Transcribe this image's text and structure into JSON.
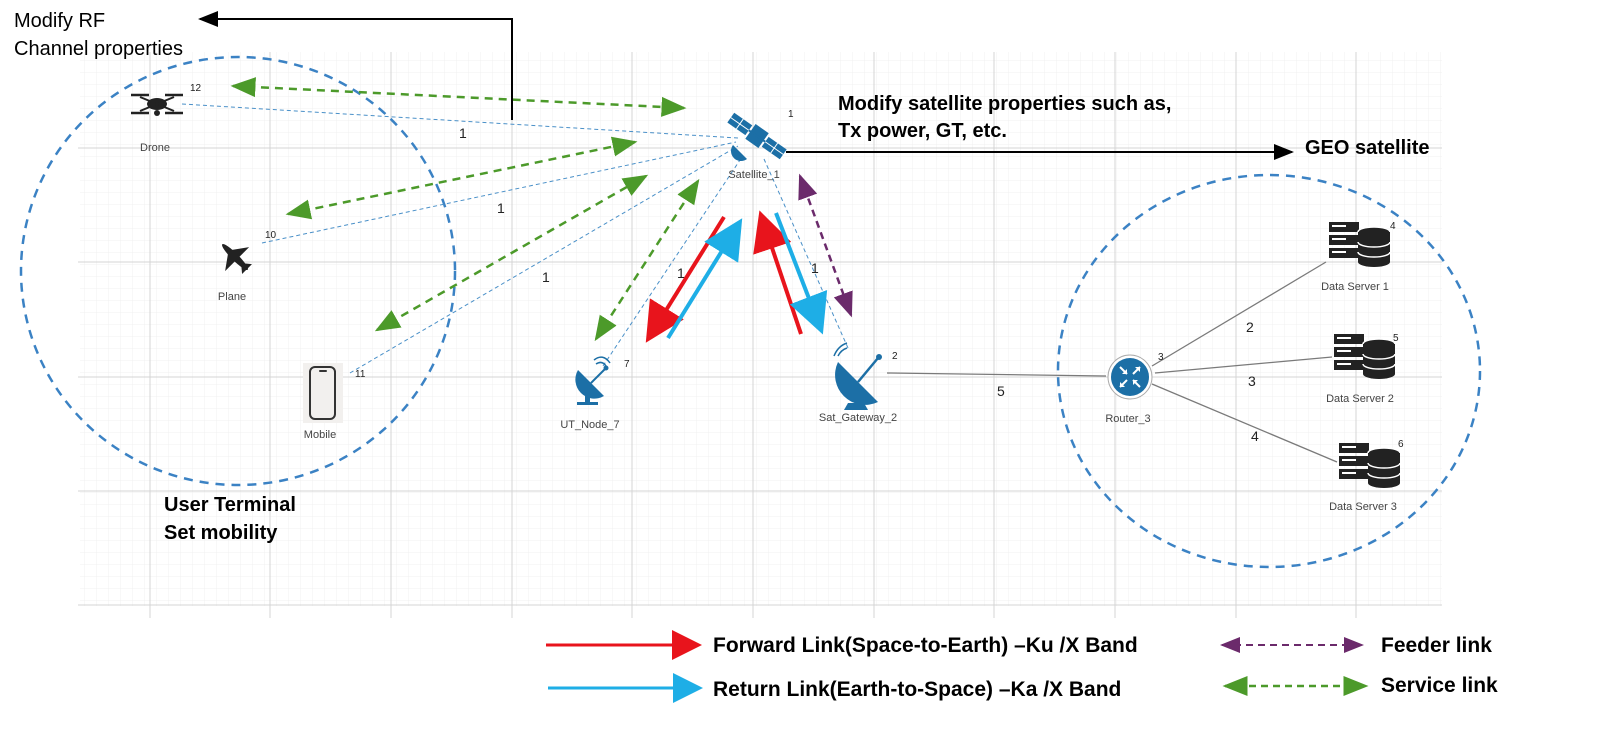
{
  "annotations": {
    "rf_line1": "Modify RF",
    "rf_line2": "Channel properties",
    "sat_props_line1": "Modify satellite properties such as,",
    "sat_props_line2": "Tx power, GT, etc.",
    "geo": "GEO satellite",
    "user_terminal_line1": "User Terminal",
    "user_terminal_line2": "Set mobility"
  },
  "nodes": {
    "drone": {
      "label": "Drone",
      "id": "12"
    },
    "plane": {
      "label": "Plane",
      "id": "10"
    },
    "mobile": {
      "label": "Mobile",
      "id": "11"
    },
    "satellite": {
      "label": "Satellite_1",
      "id": "1"
    },
    "ut_node": {
      "label": "UT_Node_7",
      "id": "7"
    },
    "gateway": {
      "label": "Sat_Gateway_2",
      "id": "2"
    },
    "router": {
      "label": "Router_3",
      "id": "3"
    },
    "server1": {
      "label": "Data Server 1",
      "id": "4"
    },
    "server2": {
      "label": "Data Server 2",
      "id": "5"
    },
    "server3": {
      "label": "Data Server 3",
      "id": "6"
    }
  },
  "edge_labels": {
    "drone_sat": "1",
    "plane_sat": "1",
    "mobile_sat": "1",
    "ut_sat": "1",
    "gw_sat": "1",
    "gw_router": "5",
    "router_s1": "2",
    "router_s2": "3",
    "router_s3": "4"
  },
  "legend": {
    "forward": "Forward Link(Space-to-Earth) –Ku /X Band",
    "return": "Return Link(Earth-to-Space) –Ka /X Band",
    "feeder": "Feeder link",
    "service": "Service link"
  },
  "colors": {
    "forward": "#e8141c",
    "return": "#1eaee6",
    "feeder": "#6b2a6b",
    "service": "#4c9a2a",
    "dashed_link": "#4a90c8",
    "circle": "#3b82c4",
    "icon": "#1c6fa6"
  }
}
